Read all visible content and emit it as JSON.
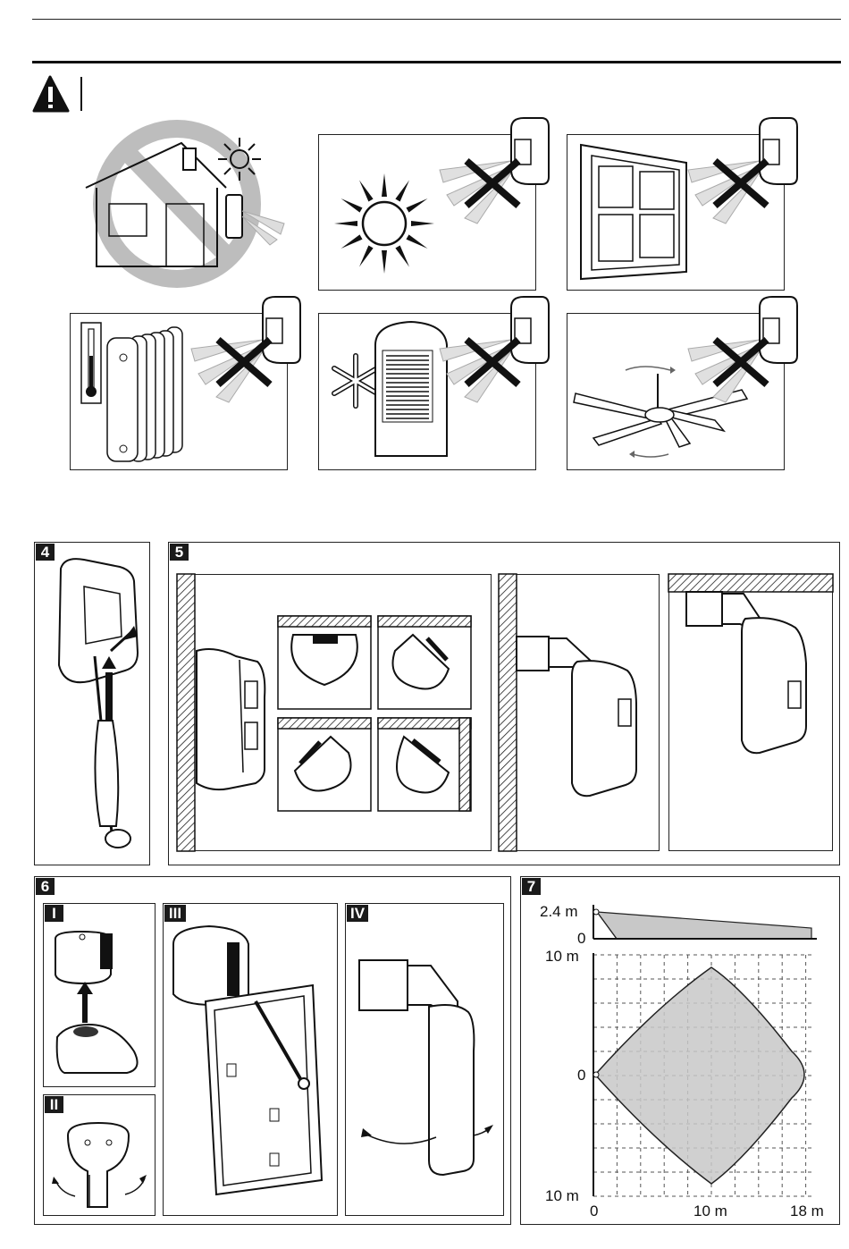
{
  "warning": {
    "icon": "warning-triangle-icon"
  },
  "sections": {
    "s4": {
      "number": "4"
    },
    "s5": {
      "number": "5"
    },
    "s6": {
      "number": "6",
      "panels": [
        "I",
        "II",
        "III",
        "IV"
      ]
    },
    "s7": {
      "number": "7"
    }
  },
  "coverage_chart": {
    "side_view": {
      "y_top_label": "2.4 m",
      "y_bottom_label": "0"
    },
    "top_view": {
      "y_labels": [
        "10 m",
        "0",
        "10 m"
      ],
      "x_labels": [
        "0",
        "10 m",
        "18 m"
      ]
    }
  },
  "colors": {
    "line": "#1a1a1a",
    "fill_gray": "#c8c8c8",
    "light_gray": "#e6e6e6"
  }
}
